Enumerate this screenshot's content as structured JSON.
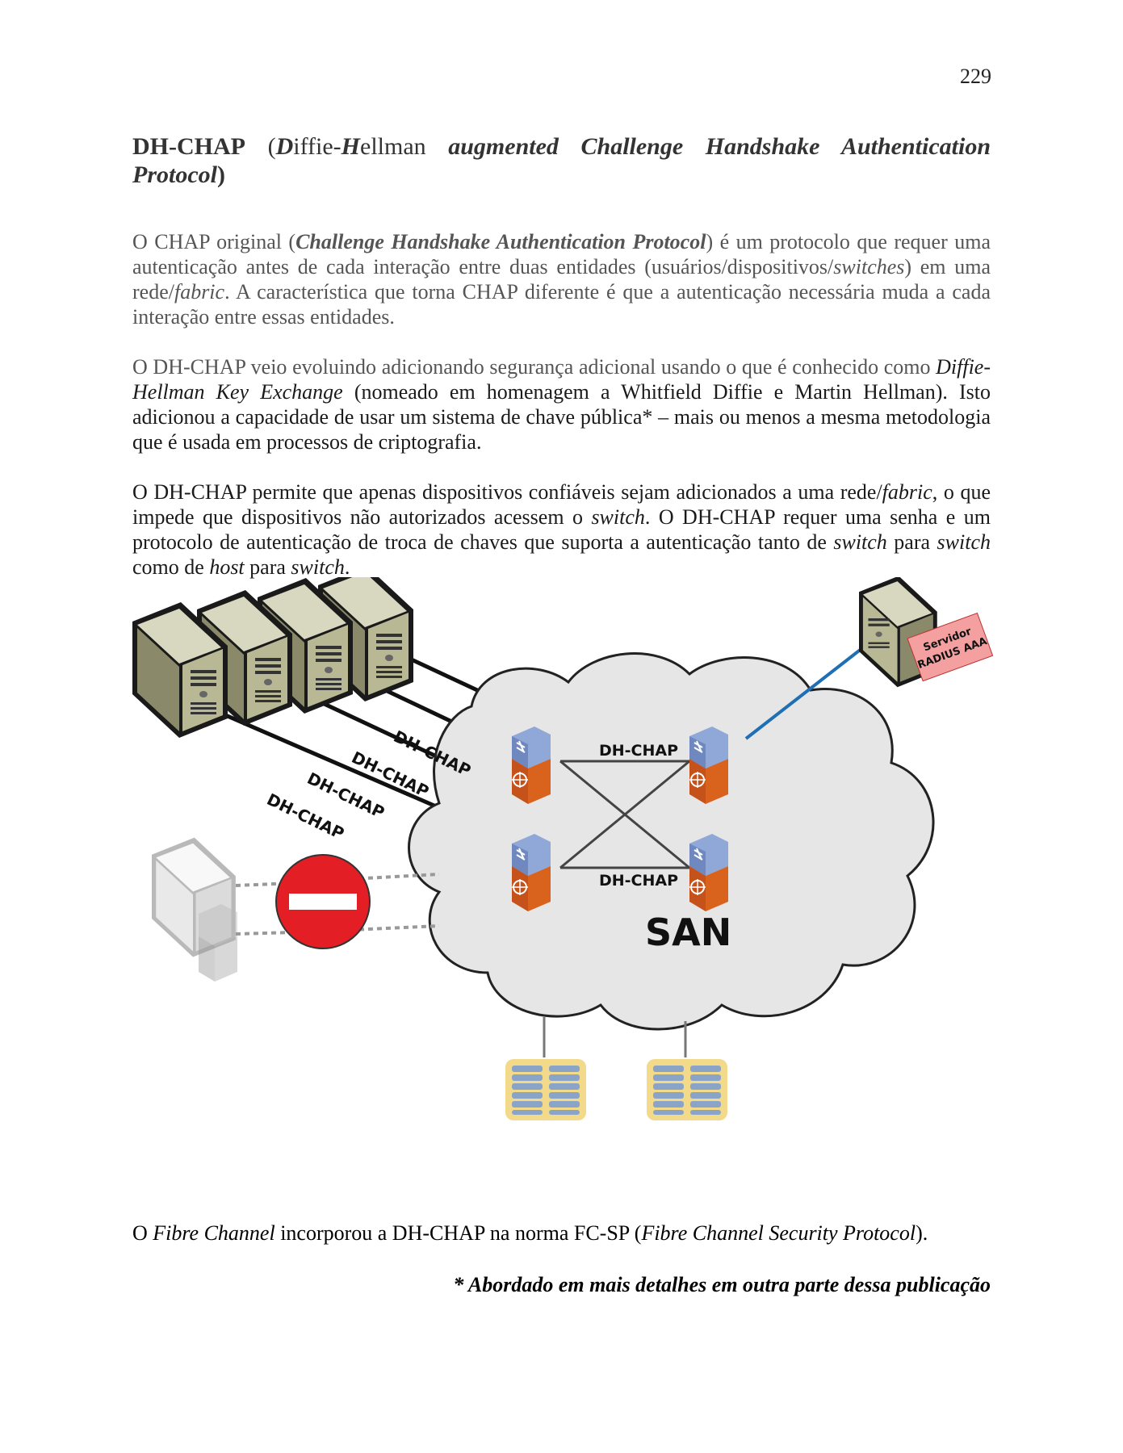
{
  "page_number": "229",
  "title": {
    "b1": "DH-CHAP",
    "n1": " (",
    "d_bi": "D",
    "iffie": "iffie-",
    "h_bi": "H",
    "ellman": "ellman",
    "rest_bi": " augmented Challenge Handshake Authentication Protocol",
    "close": ")"
  },
  "para1": {
    "t1": "O CHAP original (",
    "bi1": "Challenge Handshake Authentication Protocol",
    "t2": ") é um protocolo que requer uma autenticação antes de cada interação entre duas entidades (usuários/dispositivos/",
    "i1": "switches",
    "t3": ") em uma rede/",
    "i2": "fabric",
    "t4": ". A característica que torna CHAP diferente é que a autenticação necessária muda a cada interação entre essas entidades."
  },
  "para2": {
    "t1": "O DH-CHAP veio evoluindo adicionando segurança adicional usando o que é conhecido como ",
    "i1": "Diffie-Hellman Key Exchange",
    "t2": " (nomeado em homenagem a Whitfield Diffie e Martin Hellman). Isto adicionou a capacidade de usar um sistema de chave pública* – mais ou menos a mesma metodologia que é usada em processos de criptografia."
  },
  "para3": {
    "t1": "O DH-CHAP permite que apenas dispositivos confiáveis sejam adicionados a uma rede/",
    "i1": "fabric",
    "t2": ", o que impede que dispositivos não autorizados acessem o ",
    "i2": "switch",
    "t3": ". O DH-CHAP requer uma senha e um protocolo de autenticação de troca de chaves que suporta a autenticação tanto de ",
    "i3": "switch",
    "t4": " para ",
    "i4": "switch",
    "t5": " como de ",
    "i5": "host",
    "t6": " para ",
    "i6": "switch",
    "t7": "."
  },
  "figure": {
    "radius_label_line1": "Servidor",
    "radius_label_line2": "RADIUS AAA",
    "host_link_labels": [
      "DH-CHAP",
      "DH-CHAP",
      "DH-CHAP",
      "DH-CHAP"
    ],
    "switch_link_top": "DH-CHAP",
    "switch_link_bottom": "DH-CHAP",
    "cloud_label": "SAN",
    "colors": {
      "server": "#b8b894",
      "switch_orange": "#d9621c",
      "switch_blue": "#8fa8d8",
      "stop": "#e31e24",
      "radius_tag": "#f4a0a0",
      "cloud": "#e6e6e6",
      "storage": "#f3d98a",
      "link_blue": "#1f6fb5"
    }
  },
  "para4": {
    "t1": "O ",
    "i1": "Fibre Channel",
    "t2": " incorporou a DH-CHAP na norma FC-SP (",
    "i2": "Fibre Channel Security Protocol",
    "t3": ")."
  },
  "footnote": "* Abordado em mais detalhes em outra parte dessa publicação"
}
